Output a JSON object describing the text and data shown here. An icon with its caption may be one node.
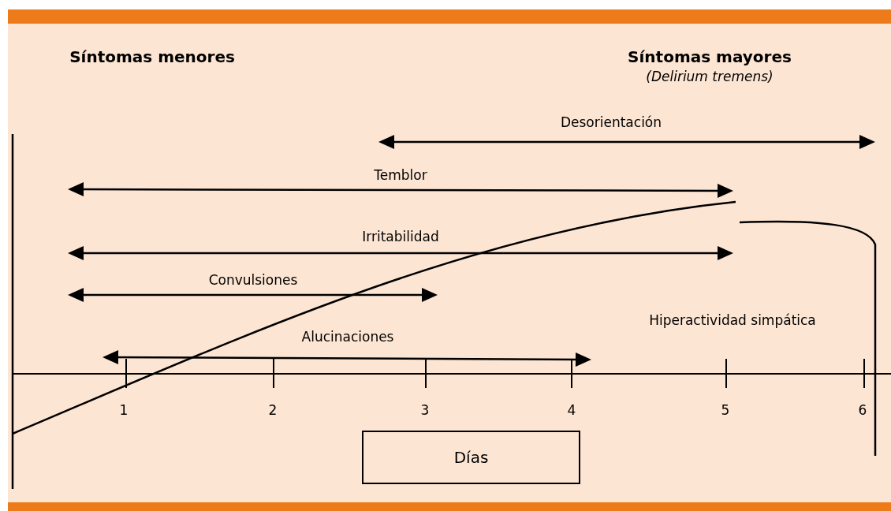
{
  "diagram": {
    "nodes": [
      {
        "text": [
          "Días"
        ]
      }
    ],
    "labels": [
      "Síntomas menores",
      "Síntomas mayores",
      "(Delirium tremens)",
      "Desorientación",
      "Temblor",
      "Irritabilidad",
      "Convulsiones",
      "Alucinaciones",
      "Hiperactividad simpática",
      "1",
      "2",
      "3",
      "4",
      "5",
      "6"
    ]
  }
}
